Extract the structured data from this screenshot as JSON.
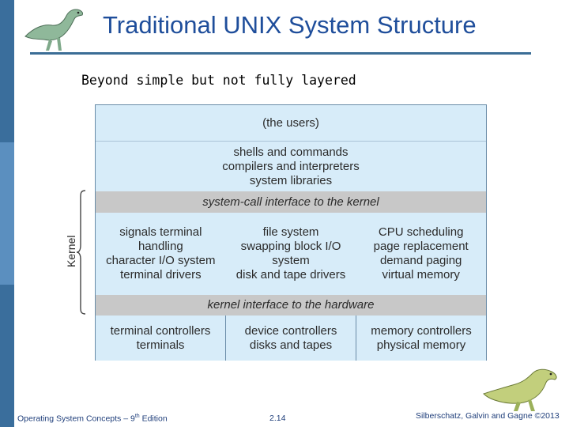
{
  "slide": {
    "title": "Traditional UNIX System Structure",
    "subtitle": "Beyond simple but not fully layered"
  },
  "diagram": {
    "users": "(the users)",
    "shells": [
      "shells and commands",
      "compilers and interpreters",
      "system libraries"
    ],
    "syscall_interface": "system-call interface to the kernel",
    "kernel_columns": [
      [
        "signals terminal",
        "handling",
        "character I/O system",
        "terminal drivers"
      ],
      [
        "file system",
        "swapping block I/O",
        "system",
        "disk and tape drivers"
      ],
      [
        "CPU scheduling",
        "page replacement",
        "demand paging",
        "virtual memory"
      ]
    ],
    "hardware_interface": "kernel interface to the hardware",
    "hardware_columns": [
      [
        "terminal controllers",
        "terminals"
      ],
      [
        "device controllers",
        "disks and tapes"
      ],
      [
        "memory controllers",
        "physical memory"
      ]
    ],
    "kernel_label": "Kernel"
  },
  "footer": {
    "left_prefix": "Operating System Concepts – 9",
    "left_sup": "th",
    "left_suffix": " Edition",
    "center": "2.14",
    "right": "Silberschatz, Galvin and Gagne ©2013"
  },
  "colors": {
    "title": "#1f4e9b",
    "layer_fill": "#d7ecf9",
    "interface_fill": "#c8c8c8"
  }
}
